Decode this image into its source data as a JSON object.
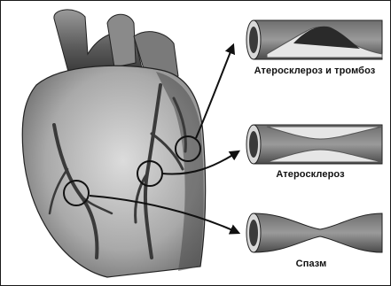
{
  "colors": {
    "background": "#ffffff",
    "line": "#111111",
    "tissue": "#c9c9c9",
    "plaque": "#e6e6e6"
  },
  "labels": [
    {
      "text": "Атеросклероз и тромбоз"
    },
    {
      "text": "Атеросклероз"
    },
    {
      "text": "Спазм"
    }
  ]
}
